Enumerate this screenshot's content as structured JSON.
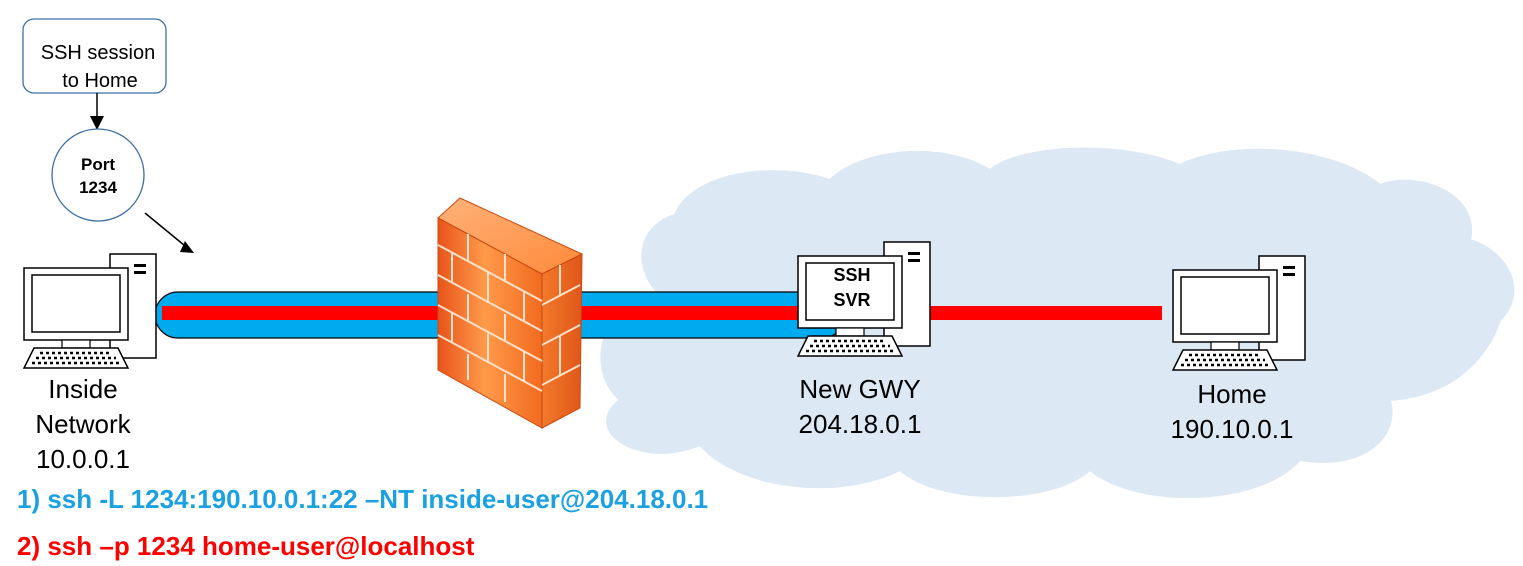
{
  "callout": {
    "line1": "SSH session",
    "line2": "to Home"
  },
  "port": {
    "line1": "Port",
    "line2": "1234"
  },
  "inside": {
    "line1": "Inside",
    "line2": "Network",
    "ip": "10.0.0.1"
  },
  "gateway": {
    "screen1": "SSH",
    "screen2": "SVR",
    "name": "New GWY",
    "ip": "204.18.0.1"
  },
  "home": {
    "name": "Home",
    "ip": "190.10.0.1"
  },
  "commands": {
    "cmd1": "1) ssh -L 1234:190.10.0.1:22 –NT inside-user@204.18.0.1",
    "cmd2": "2) ssh –p 1234 home-user@localhost"
  },
  "colors": {
    "tunnel": "#00aaee",
    "session": "#ff0000",
    "cloud": "#dde8f5",
    "cmd1": "#1ba1e2",
    "cmd2": "#ff0000",
    "callout_border": "#3b6fa6"
  },
  "icons": [
    "desktop-computer-icon",
    "firewall-icon",
    "cloud-icon",
    "server-computer-icon"
  ]
}
